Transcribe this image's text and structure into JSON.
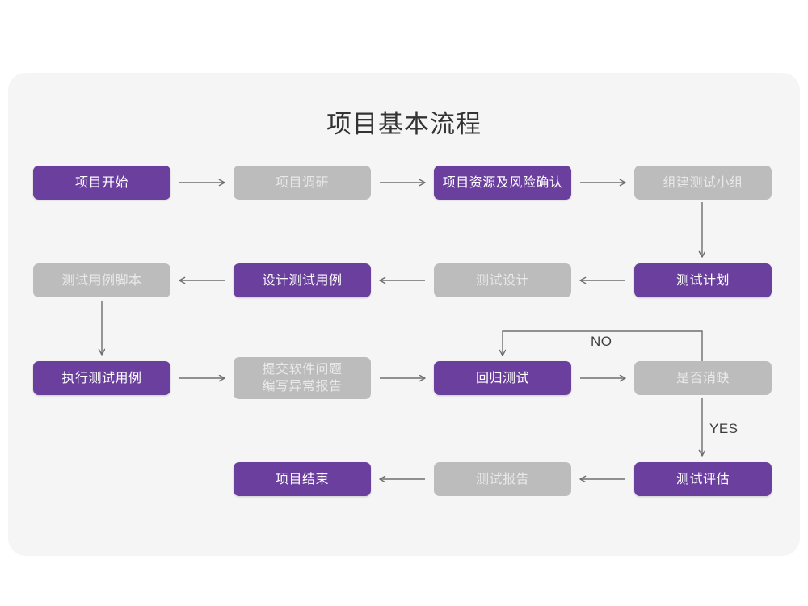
{
  "page": {
    "title": "项目基本流程",
    "background_color": "#ffffff",
    "card_color": "#f5f5f5"
  },
  "theme": {
    "accent_purple": "#6b3f9e",
    "muted_gray": "#bcbcbc",
    "purple_text": "#ffffff",
    "gray_text": "#e9e9e9",
    "line_color": "#6e6e6e",
    "title_color": "#333333"
  },
  "flow": {
    "nodes": [
      {
        "id": "n1",
        "label": "项目开始",
        "style": "purple",
        "row": 1,
        "col": 1
      },
      {
        "id": "n2",
        "label": "项目调研",
        "style": "gray",
        "row": 1,
        "col": 2
      },
      {
        "id": "n3",
        "label": "项目资源及风险确认",
        "style": "purple",
        "row": 1,
        "col": 3
      },
      {
        "id": "n4",
        "label": "组建测试小组",
        "style": "gray",
        "row": 1,
        "col": 4
      },
      {
        "id": "n5",
        "label": "测试用例脚本",
        "style": "gray",
        "row": 2,
        "col": 1
      },
      {
        "id": "n6",
        "label": "设计测试用例",
        "style": "purple",
        "row": 2,
        "col": 2
      },
      {
        "id": "n7",
        "label": "测试设计",
        "style": "gray",
        "row": 2,
        "col": 3
      },
      {
        "id": "n8",
        "label": "测试计划",
        "style": "purple",
        "row": 2,
        "col": 4
      },
      {
        "id": "n9",
        "label": "执行测试用例",
        "style": "purple",
        "row": 3,
        "col": 1
      },
      {
        "id": "n10",
        "label_line1": "提交软件问题",
        "label_line2": "编写异常报告",
        "style": "gray",
        "row": 3,
        "col": 2
      },
      {
        "id": "n11",
        "label": "回归测试",
        "style": "purple",
        "row": 3,
        "col": 3
      },
      {
        "id": "n12",
        "label": "是否消缺",
        "style": "gray",
        "row": 3,
        "col": 4
      },
      {
        "id": "n13",
        "label": "项目结束",
        "style": "purple",
        "row": 4,
        "col": 2
      },
      {
        "id": "n14",
        "label": "测试报告",
        "style": "gray",
        "row": 4,
        "col": 3
      },
      {
        "id": "n15",
        "label": "测试评估",
        "style": "purple",
        "row": 4,
        "col": 4
      }
    ],
    "edge_labels": {
      "no": "NO",
      "yes": "YES"
    },
    "connectors": [
      {
        "from": "n1",
        "to": "n2",
        "direction": "right"
      },
      {
        "from": "n2",
        "to": "n3",
        "direction": "right"
      },
      {
        "from": "n3",
        "to": "n4",
        "direction": "right"
      },
      {
        "from": "n4",
        "to": "n8",
        "direction": "down"
      },
      {
        "from": "n8",
        "to": "n7",
        "direction": "left"
      },
      {
        "from": "n7",
        "to": "n6",
        "direction": "left"
      },
      {
        "from": "n6",
        "to": "n5",
        "direction": "left"
      },
      {
        "from": "n5",
        "to": "n9",
        "direction": "down"
      },
      {
        "from": "n9",
        "to": "n10",
        "direction": "right"
      },
      {
        "from": "n10",
        "to": "n11",
        "direction": "right"
      },
      {
        "from": "n11",
        "to": "n12",
        "direction": "right"
      },
      {
        "from": "n12",
        "to": "n11",
        "direction": "loop-up-left",
        "label": "NO"
      },
      {
        "from": "n12",
        "to": "n15",
        "direction": "down",
        "label": "YES"
      },
      {
        "from": "n15",
        "to": "n14",
        "direction": "left"
      },
      {
        "from": "n14",
        "to": "n13",
        "direction": "left"
      }
    ]
  }
}
